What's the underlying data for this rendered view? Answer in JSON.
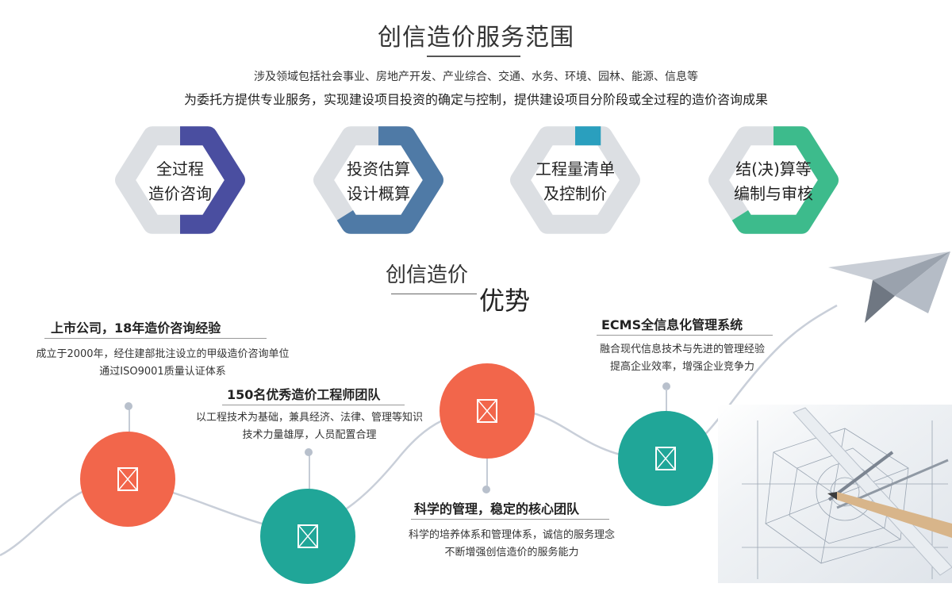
{
  "scope": {
    "title": "创信造价服务范围",
    "desc1": "涉及领域包括社会事业、房地产开发、产业综合、交通、水务、环境、园林、能源、信息等",
    "desc2": "为委托方提供专业服务，实现建设项目投资的确定与控制，提供建设项目分阶段或全过程的造价咨询成果",
    "services": [
      {
        "line1": "全过程",
        "line2": "造价咨询",
        "color": "#4a4ea0",
        "progress": 0.5
      },
      {
        "line1": "投资估算",
        "line2": "设计概算",
        "color": "#4f7aa6",
        "progress": 0.62
      },
      {
        "line1": "工程量清单",
        "line2": "及控制价",
        "color": "#2a9fbe",
        "progress": 0.08
      },
      {
        "line1": "结(决)算等",
        "line2": "编制与审核",
        "color": "#3dbb8c",
        "progress": 0.62
      }
    ]
  },
  "advantages": {
    "title_a": "创信造价",
    "title_b": "优势",
    "items": [
      {
        "title": "上市公司，18年造价咨询经验",
        "line1": "成立于2000年，经住建部批注设立的甲级造价咨询单位",
        "line2": "通过ISO9001质量认证体系",
        "color": "#f2664b"
      },
      {
        "title": "150名优秀造价工程师团队",
        "line1": "以工程技术为基础，兼具经济、法律、管理等知识",
        "line2": "技术力量雄厚，人员配置合理",
        "color": "#20a698"
      },
      {
        "title": "科学的管理，稳定的核心团队",
        "line1": "科学的培养体系和管理体系，诚信的服务理念",
        "line2": "不断增强创信造价的服务能力",
        "color": "#f2664b"
      },
      {
        "title": "ECMS全信息化管理系统",
        "line1": "融合现代信息技术与先进的管理经验",
        "line2": "提高企业效率，增强企业竞争力",
        "color": "#20a698"
      }
    ]
  },
  "icons": {
    "placeholder": "image-placeholder-icon",
    "plane": "paper-plane-icon",
    "blueprint": "blueprint-drawing-image"
  }
}
